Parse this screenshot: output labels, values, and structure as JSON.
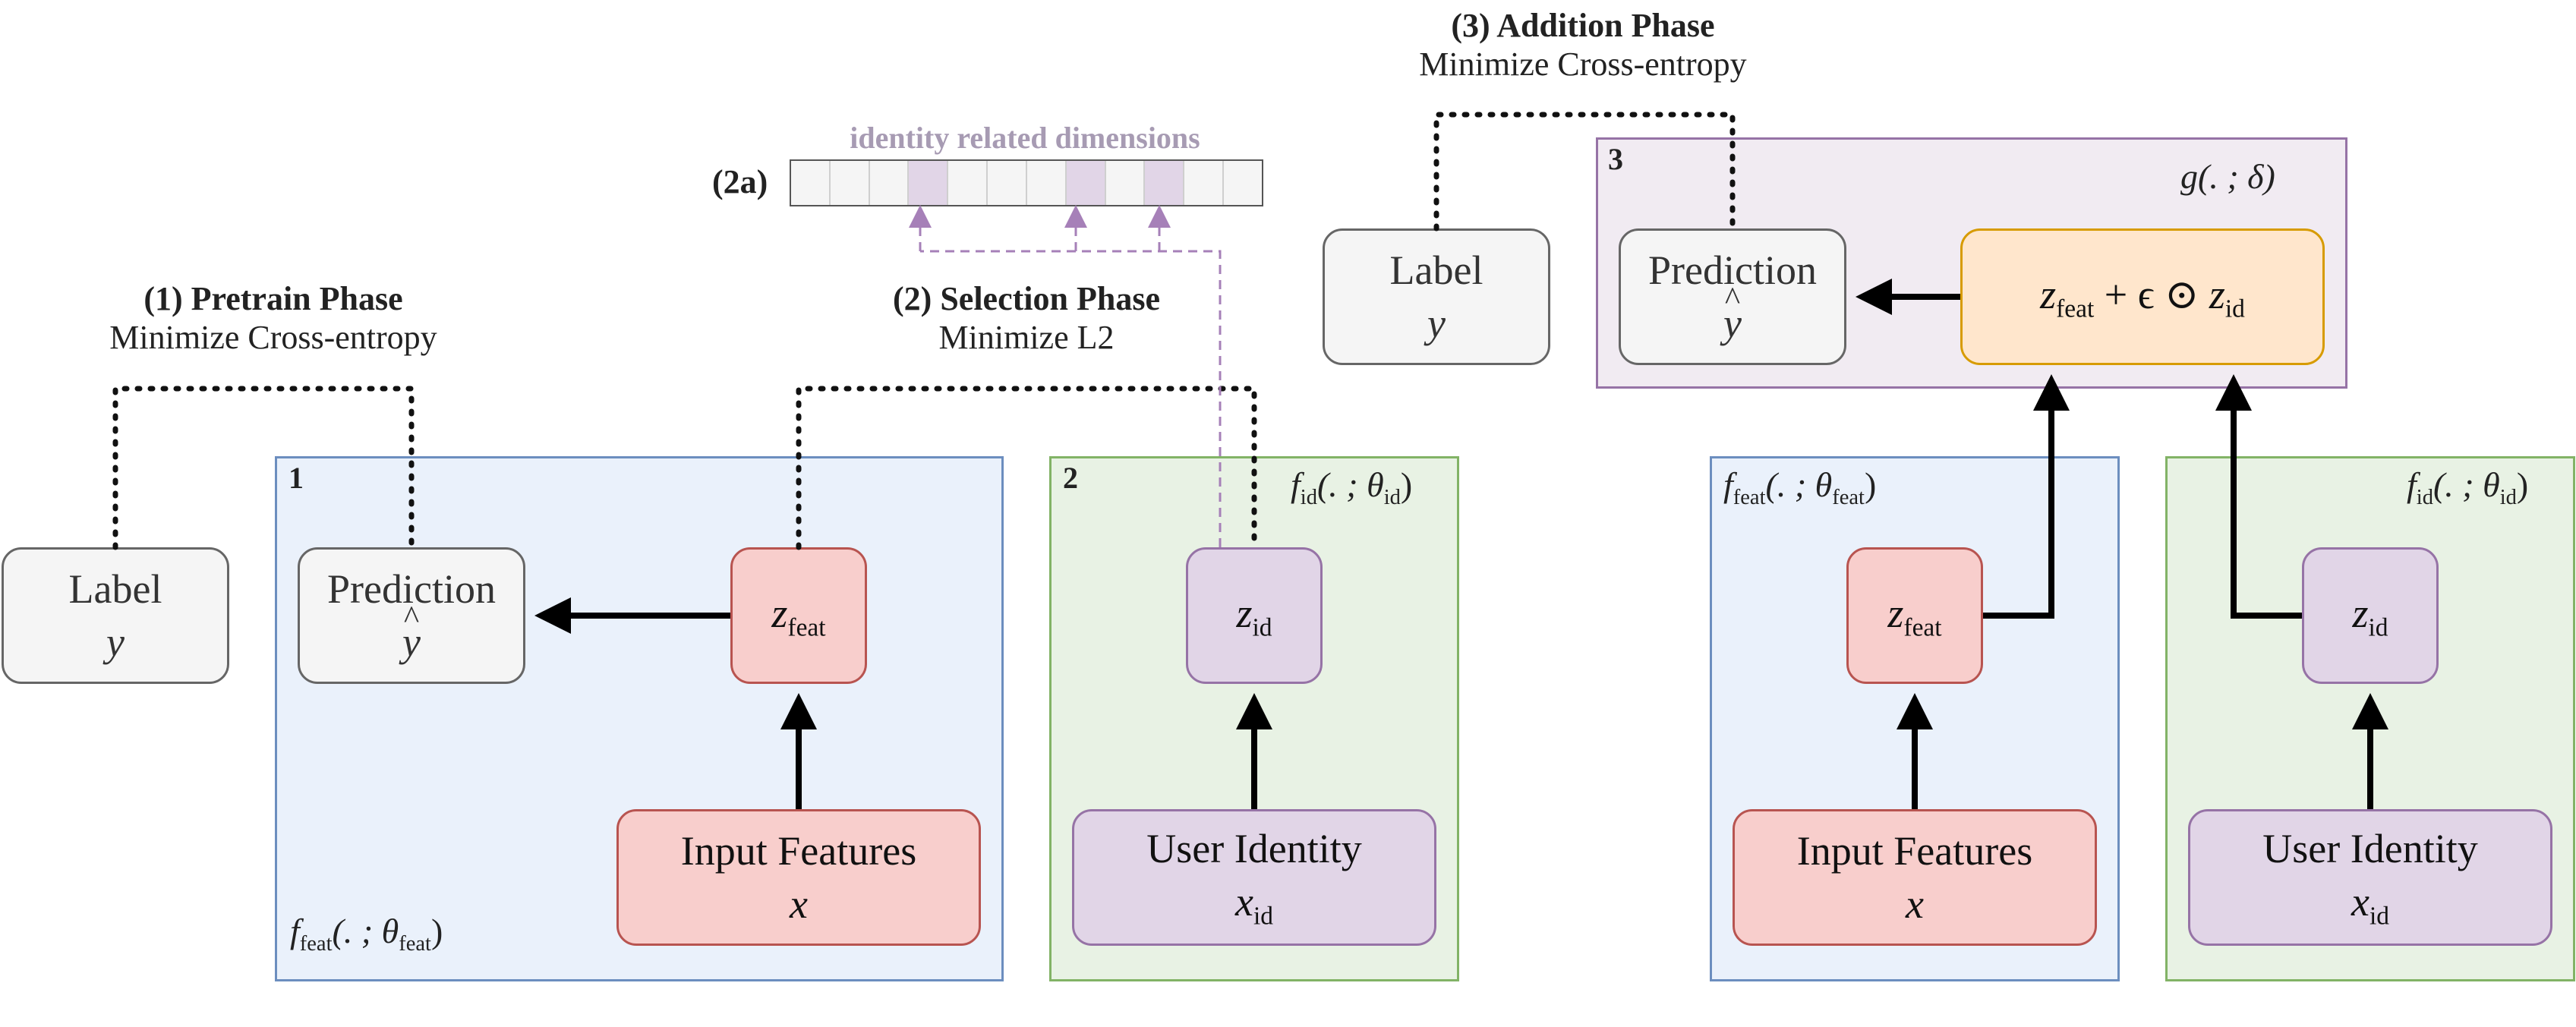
{
  "phases": {
    "pretrain": {
      "title": "(1) Pretrain Phase",
      "subtitle": "Minimize Cross-entropy"
    },
    "selection": {
      "title": "(2) Selection Phase",
      "subtitle": "Minimize L2"
    },
    "addition": {
      "title": "(3) Addition Phase",
      "subtitle": "Minimize Cross-entropy"
    }
  },
  "vector": {
    "label": "(2a)",
    "caption": "identity related dimensions",
    "cells": 12,
    "highlighted_cells": [
      3,
      7,
      9
    ]
  },
  "panels": {
    "p1": {
      "number": "1",
      "func": "f",
      "func_sub": "feat",
      "func_args": "(. ; θ",
      "func_args_sub": "feat",
      "func_close": ")"
    },
    "p2": {
      "number": "2",
      "func": "f",
      "func_sub": "id",
      "func_args": "(. ; θ",
      "func_args_sub": "id",
      "func_close": ")"
    },
    "p3": {
      "number": "3",
      "func_g": "g(. ; δ)"
    },
    "p4": {
      "func": "f",
      "func_sub": "feat",
      "func_args": "(. ; θ",
      "func_args_sub": "feat",
      "func_close": ")"
    },
    "p5": {
      "func": "f",
      "func_sub": "id",
      "func_args": "(. ; θ",
      "func_args_sub": "id",
      "func_close": ")"
    }
  },
  "nodes": {
    "label": {
      "line1": "Label",
      "var": "y"
    },
    "prediction": {
      "line1": "Prediction",
      "var": "y"
    },
    "z_feat": {
      "var": "z",
      "sub": "feat"
    },
    "z_id": {
      "var": "z",
      "sub": "id"
    },
    "input_features": {
      "line1": "Input Features",
      "var": "x"
    },
    "user_identity": {
      "line1": "User Identity",
      "var": "x",
      "sub": "id"
    },
    "combine": {
      "z": "z",
      "sub_feat": "feat",
      "op": "+ ϵ ⊙",
      "sub_id": "id"
    }
  },
  "colors": {
    "blue_panel": "#eaf1fb",
    "green_panel": "#e8f2e4",
    "purple_panel": "#f1ebf2",
    "red_node": "#f8cecc",
    "purple_node": "#e1d5e7",
    "orange_node": "#ffe6cc",
    "gray_node": "#f5f5f5",
    "dashed_purple": "#a680b8"
  }
}
